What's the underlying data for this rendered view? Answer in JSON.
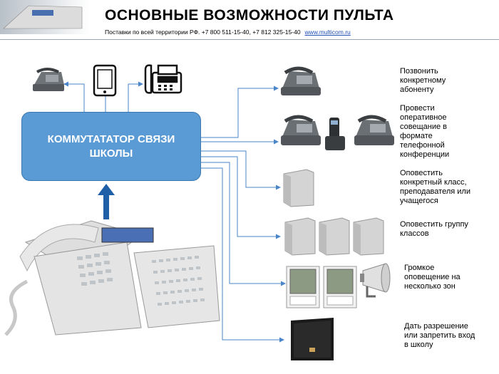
{
  "header": {
    "title": "ОСНОВНЫЕ ВОЗМОЖНОСТИ ПУЛЬТА",
    "subtitle": "Поставки по всей территории РФ. +7 800 511-15-40, +7 812 325-15-40",
    "link": "www.multicom.ru"
  },
  "switch_box": {
    "label": "КОММУТАТАТОР СВЯЗИ ШКОЛЫ"
  },
  "capabilities": [
    {
      "text": "Позвонить конкретному абоненту"
    },
    {
      "text": "Провести оперативное совещание в формате телефонной конференции"
    },
    {
      "text": "Оповестить конкретный класс, преподавателя или учащегося"
    },
    {
      "text": "Оповестить группу классов"
    },
    {
      "text": "Громкое оповещение на несколько зон"
    },
    {
      "text": "Дать разрешение или запретить вход в школу"
    }
  ],
  "colors": {
    "box_fill": "#5b9bd5",
    "line": "#4a86c8",
    "arrow": "#1f5fa8"
  }
}
